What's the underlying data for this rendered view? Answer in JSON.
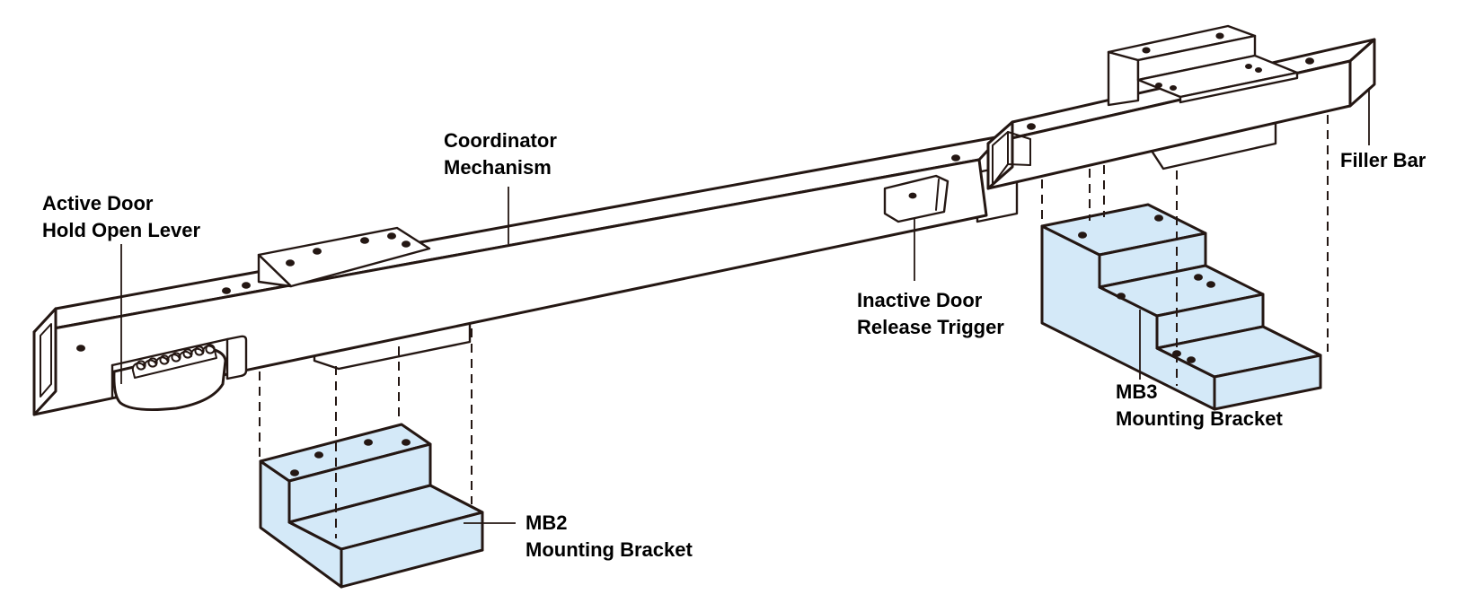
{
  "diagram": {
    "labels": {
      "active_door": {
        "line1": "Active Door",
        "line2": "Hold Open Lever"
      },
      "coordinator": {
        "line1": "Coordinator",
        "line2": "Mechanism"
      },
      "inactive_door": {
        "line1": "Inactive Door",
        "line2": "Release Trigger"
      },
      "filler_bar": {
        "line1": "Filler Bar"
      },
      "mb2": {
        "code": "MB2",
        "name": "Mounting Bracket"
      },
      "mb3": {
        "code": "MB3",
        "name": "Mounting Bracket"
      }
    },
    "colors": {
      "bracket_fill": "#d4e9f8",
      "outline": "#241713",
      "label_text": "#000000",
      "background": "#ffffff"
    }
  }
}
